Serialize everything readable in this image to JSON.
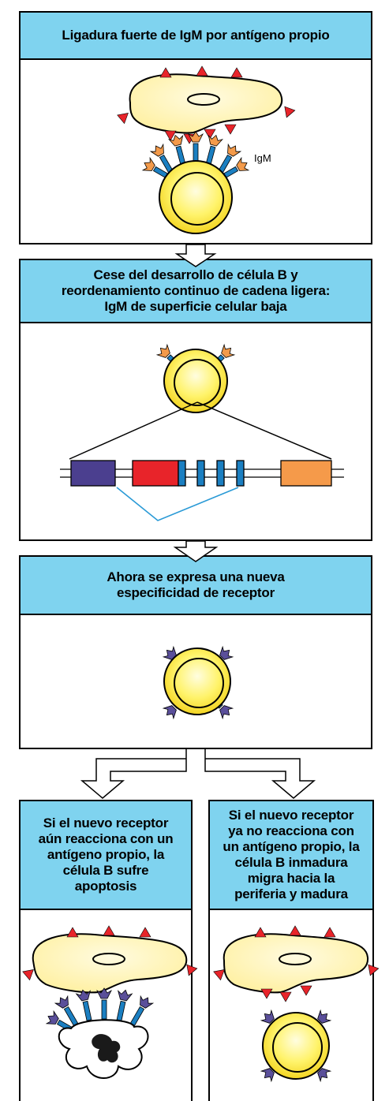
{
  "panels": {
    "p1": {
      "title": "Ligadura fuerte de IgM por antígeno propio",
      "igm_label": "IgM"
    },
    "p2": {
      "title": "Cese del desarrollo de célula B y\nreordenamiento continuo de cadena ligera:\nIgM de superficie celular baja"
    },
    "p3": {
      "title": "Ahora se expresa una nueva\nespecificidad de receptor"
    },
    "p4": {
      "title": "Si el nuevo receptor\naún reacciona con un\nantígeno propio, la\ncélula B sufre\napoptosis"
    },
    "p5": {
      "title": "Si el nuevo receptor\nya no reacciona con\nun antígeno propio, la\ncélula B inmadura\nmigra hacia la\nperiferia y madura"
    }
  },
  "colors": {
    "header_bg": "#7fd3ef",
    "cell_fill": "#fff36a",
    "self_cell_fill": "#fff3a8",
    "antigen": "#e8242a",
    "receptor_stem": "#1b7fc1",
    "old_tip": "#f39a4a",
    "new_tip": "#5a4f9a",
    "gene_purple": "#4b3f8f",
    "gene_red": "#e8242a",
    "gene_orange": "#f59a4a",
    "gene_blue": "#1b7fc1"
  }
}
